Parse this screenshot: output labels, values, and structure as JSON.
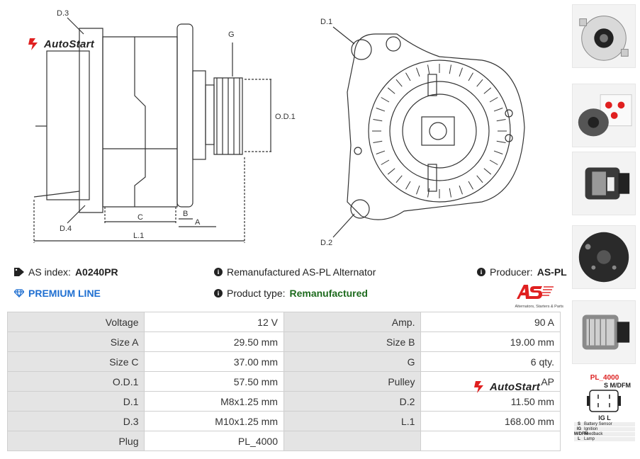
{
  "brand": {
    "name": "AutoStart"
  },
  "drawing": {
    "labels": {
      "d3": "D.3",
      "d4": "D.4",
      "g": "G",
      "od1": "O.D.1",
      "c": "C",
      "b": "B",
      "a": "A",
      "l1": "L.1",
      "d1": "D.1",
      "d2": "D.2"
    }
  },
  "info": {
    "as_index_label": "AS index:",
    "as_index_value": "A0240PR",
    "description": "Remanufactured AS-PL Alternator",
    "producer_label": "Producer:",
    "producer_value": "AS-PL",
    "premium": "PREMIUM LINE",
    "product_type_label": "Product type:",
    "product_type_value": "Remanufactured"
  },
  "producer_logo": {
    "mark": "AS",
    "tagline": "Alternators, Starters & Parts"
  },
  "specs": [
    {
      "label": "Voltage",
      "value": "12 V",
      "label2": "Amp.",
      "value2": "90 A"
    },
    {
      "label": "Size A",
      "value": "29.50 mm",
      "label2": "Size B",
      "value2": "19.00 mm"
    },
    {
      "label": "Size C",
      "value": "37.00 mm",
      "label2": "G",
      "value2": "6 qty."
    },
    {
      "label": "O.D.1",
      "value": "57.50 mm",
      "label2": "Pulley",
      "value2": "AP"
    },
    {
      "label": "D.1",
      "value": "M8x1.25 mm",
      "label2": "D.2",
      "value2": "11.50 mm"
    },
    {
      "label": "D.3",
      "value": "M10x1.25 mm",
      "label2": "L.1",
      "value2": "168.00 mm"
    },
    {
      "label": "Plug",
      "value": "PL_4000",
      "label2": "",
      "value2": ""
    }
  ],
  "plug": {
    "title": "PL_4000",
    "top_pins": "S  M/DFM",
    "bottom_pins": "IG  L",
    "legend": [
      {
        "code": "S",
        "desc": "Battery Sensor"
      },
      {
        "code": "IG",
        "desc": "Ignition"
      },
      {
        "code": "M/DFM",
        "desc": "Feedback"
      },
      {
        "code": "L",
        "desc": "Lamp"
      }
    ]
  },
  "colors": {
    "accent_red": "#e02020",
    "premium_blue": "#1f6fd1",
    "type_green": "#1e6b1e",
    "label_bg": "#e4e4e4"
  },
  "icons": [
    "tag-icon",
    "info-icon",
    "diamond-icon"
  ]
}
